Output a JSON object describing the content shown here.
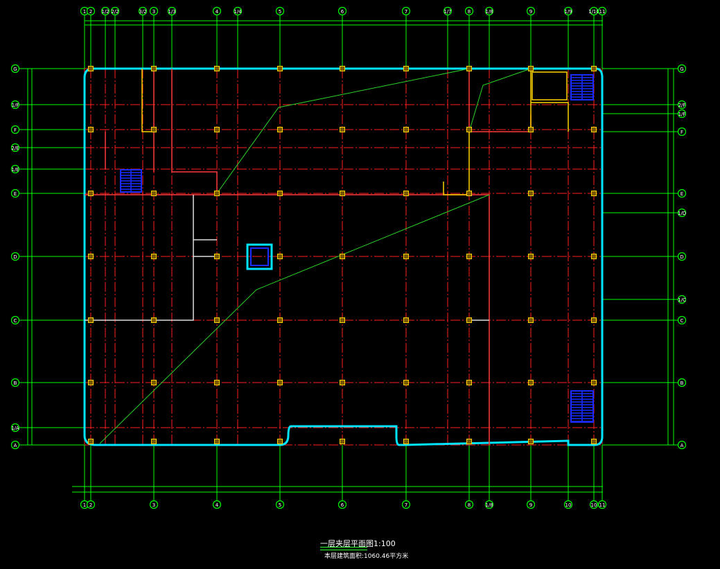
{
  "drawing": {
    "title": "一层夹层平面图1:100",
    "subtitle": "本层建筑面积:1060.46平方米",
    "colors": {
      "background": "#000000",
      "axis": "#00ff00",
      "grid": "#ff2020",
      "outer_wall": "#00e5ff",
      "column": "#ffd400",
      "stair": "#1a2bff",
      "partition": "#e8e8e8"
    },
    "top_axis_labels": [
      "1",
      "2",
      "1/2",
      "2/2",
      "3/2",
      "3",
      "1/3",
      "4",
      "1/4",
      "5",
      "6",
      "7",
      "1/7",
      "8",
      "1/8",
      "9",
      "1/9",
      "1/10",
      "11"
    ],
    "bottom_axis_labels": [
      "1",
      "2",
      "3",
      "4",
      "5",
      "6",
      "7",
      "8",
      "1/8",
      "9",
      "10",
      "10",
      "11"
    ],
    "left_axis_labels": [
      "G",
      "1/F",
      "F",
      "2/E",
      "1/E",
      "E",
      "D",
      "C",
      "B",
      "1/A",
      "A"
    ],
    "right_axis_labels": [
      "G",
      "2/F",
      "1/F",
      "F",
      "E",
      "1/D",
      "D",
      "1/C",
      "C",
      "B",
      "A"
    ]
  }
}
